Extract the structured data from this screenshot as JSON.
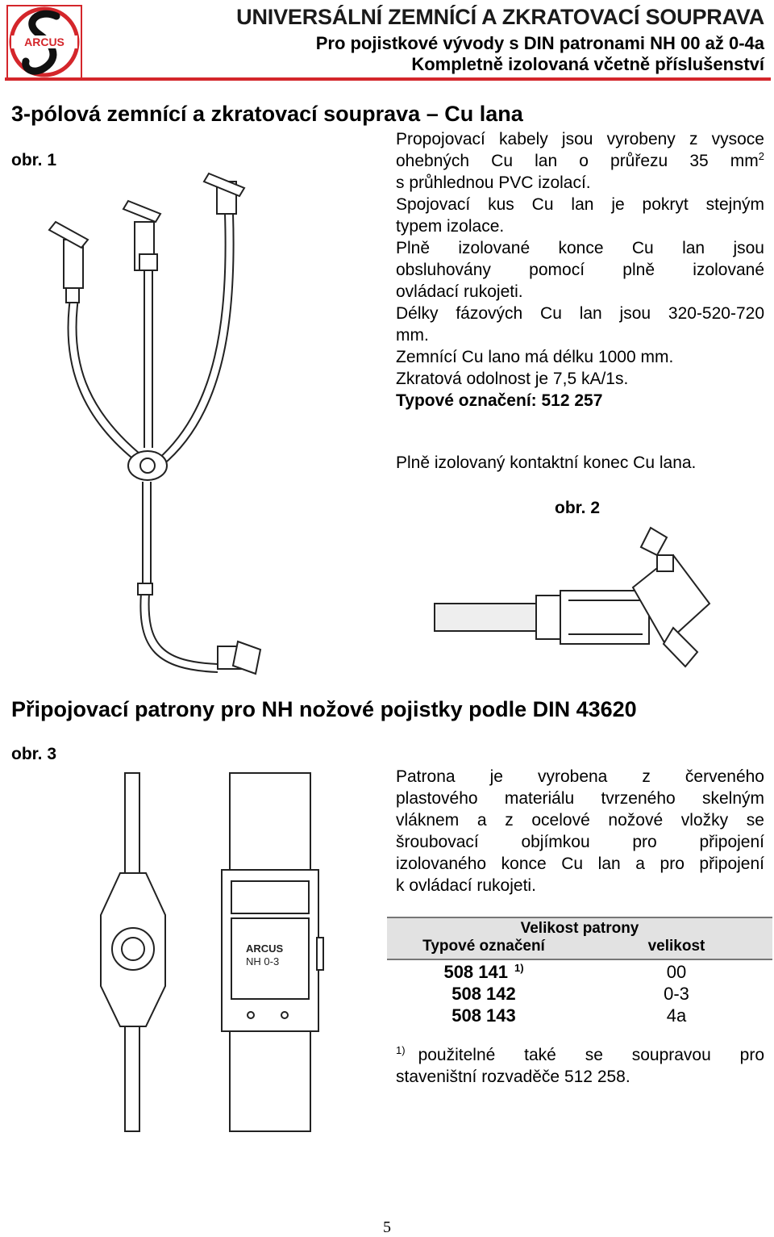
{
  "header": {
    "logo_text": "ARCUS",
    "title": "UNIVERSÁLNÍ ZEMNÍCÍ A ZKRATOVACÍ SOUPRAVA",
    "subtitle1": "Pro pojistkové vývody s DIN patronami NH 00 až 0-4a",
    "subtitle2": "Kompletně izolovaná včetně příslušenství"
  },
  "section1": {
    "heading": "3-pólová zemnící a zkratovací souprava – Cu lana",
    "fig_label": "obr. 1",
    "description": [
      "Propojovací kabely jsou vyrobeny z vysoce",
      "ohebných Cu lan o   průřezu 35 mm",
      "s průhlednou PVC izolací.",
      "Spojovací kus Cu lan je pokryt stejným",
      "typem izolace.",
      "Plně izolované konce Cu lan jsou",
      "obsluhovány pomocí plně izolované",
      "ovládací rukojeti.",
      "Délky fázových Cu lan jsou 320-520-720",
      "mm.",
      "Zemnící Cu lano má délku 1000 mm.",
      "Zkratová odolnost je 7,5 kA/1s."
    ],
    "superscript": "2",
    "type_designation": "Typové označení: 512 257",
    "contact_end_caption": "Plně izolovaný kontaktní konec Cu lana.",
    "fig2_label": "obr. 2"
  },
  "section2": {
    "heading": "Připojovací patrony pro NH nožové pojistky podle DIN 43620",
    "fig_label": "obr. 3",
    "cartridge_marking": [
      "ARCUS",
      "NH 0-3"
    ],
    "description": [
      "Patrona je vyrobena z červeného",
      "plastového materiálu tvrzeného skelným",
      "vláknem a z ocelové nožové vložky se",
      "šroubovací objímkou pro připojení",
      "izolovaného konce Cu lan a pro připojení",
      "k ovládací rukojeti."
    ],
    "table": {
      "group_header": "Velikost patrony",
      "col1": "Typové označení",
      "col2": "velikost",
      "rows": [
        {
          "code": "508 141",
          "sup": "1)",
          "size": "00"
        },
        {
          "code": "508 142",
          "sup": "",
          "size": "0-3"
        },
        {
          "code": "508 143",
          "sup": "",
          "size": "4a"
        }
      ]
    },
    "footnote_mark": "1)",
    "footnote_line1": "použitelné také se soupravou pro",
    "footnote_line2": "staveništní rozvaděče 512 258."
  },
  "page_number": "5",
  "colors": {
    "accent_red": "#d4262b",
    "table_header_bg": "#e2e2e2"
  }
}
